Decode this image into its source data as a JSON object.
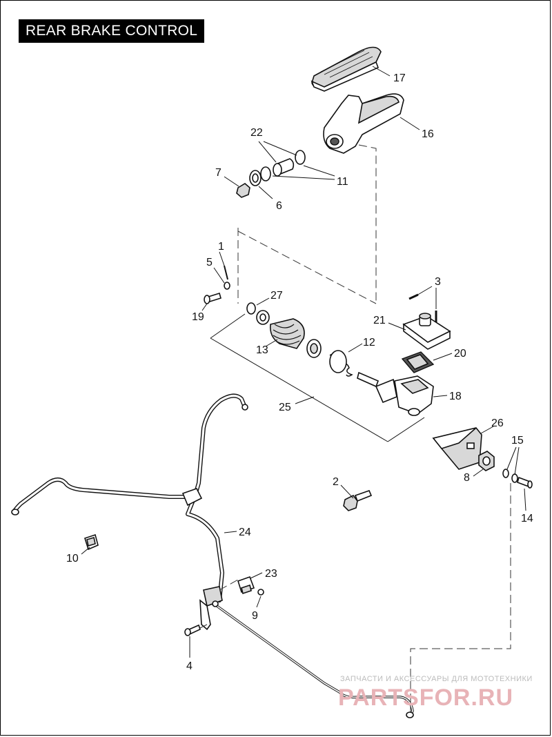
{
  "title": "REAR BRAKE CONTROL",
  "labels": [
    {
      "id": "1",
      "text": "1"
    },
    {
      "id": "2",
      "text": "2"
    },
    {
      "id": "3",
      "text": "3"
    },
    {
      "id": "4",
      "text": "4"
    },
    {
      "id": "5",
      "text": "5"
    },
    {
      "id": "6",
      "text": "6"
    },
    {
      "id": "7",
      "text": "7"
    },
    {
      "id": "8",
      "text": "8"
    },
    {
      "id": "9",
      "text": "9"
    },
    {
      "id": "10",
      "text": "10"
    },
    {
      "id": "11",
      "text": "11"
    },
    {
      "id": "12",
      "text": "12"
    },
    {
      "id": "13",
      "text": "13"
    },
    {
      "id": "14",
      "text": "14"
    },
    {
      "id": "15",
      "text": "15"
    },
    {
      "id": "16",
      "text": "16"
    },
    {
      "id": "17",
      "text": "17"
    },
    {
      "id": "18",
      "text": "18"
    },
    {
      "id": "19",
      "text": "19"
    },
    {
      "id": "20",
      "text": "20"
    },
    {
      "id": "21",
      "text": "21"
    },
    {
      "id": "22",
      "text": "22"
    },
    {
      "id": "23",
      "text": "23"
    },
    {
      "id": "24",
      "text": "24"
    },
    {
      "id": "25",
      "text": "25"
    },
    {
      "id": "26",
      "text": "26"
    },
    {
      "id": "27",
      "text": "27"
    }
  ],
  "watermark": {
    "line1": "ЗАПЧАСТИ И АКСЕССУАРЫ ДЛЯ МОТОТЕХНИКИ",
    "line2": "PARTSFOR.RU"
  }
}
